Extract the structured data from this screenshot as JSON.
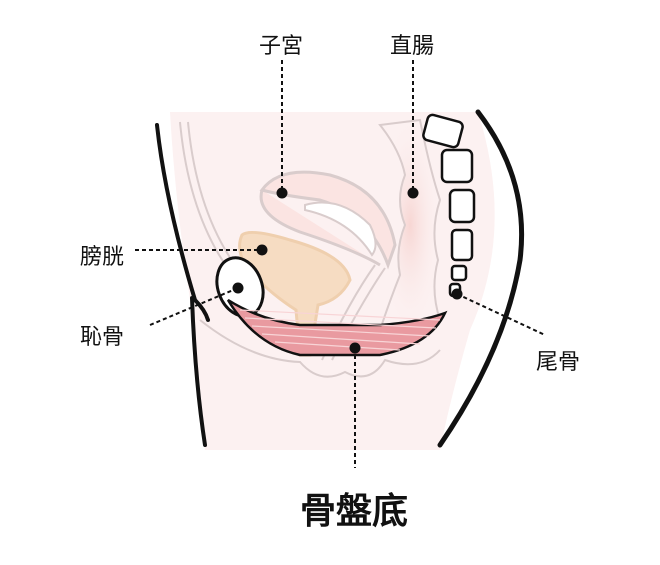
{
  "labels": {
    "uterus": "子宮",
    "rectum": "直腸",
    "bladder": "膀胱",
    "pubic_bone": "恥骨",
    "coccyx": "尾骨",
    "pelvic_floor": "骨盤底"
  },
  "colors": {
    "outline": "#111111",
    "tissue": "#fbeeee",
    "muscle": "#e58a90",
    "bladder": "#f6d9bd",
    "organ_line": "#d9cccc"
  }
}
